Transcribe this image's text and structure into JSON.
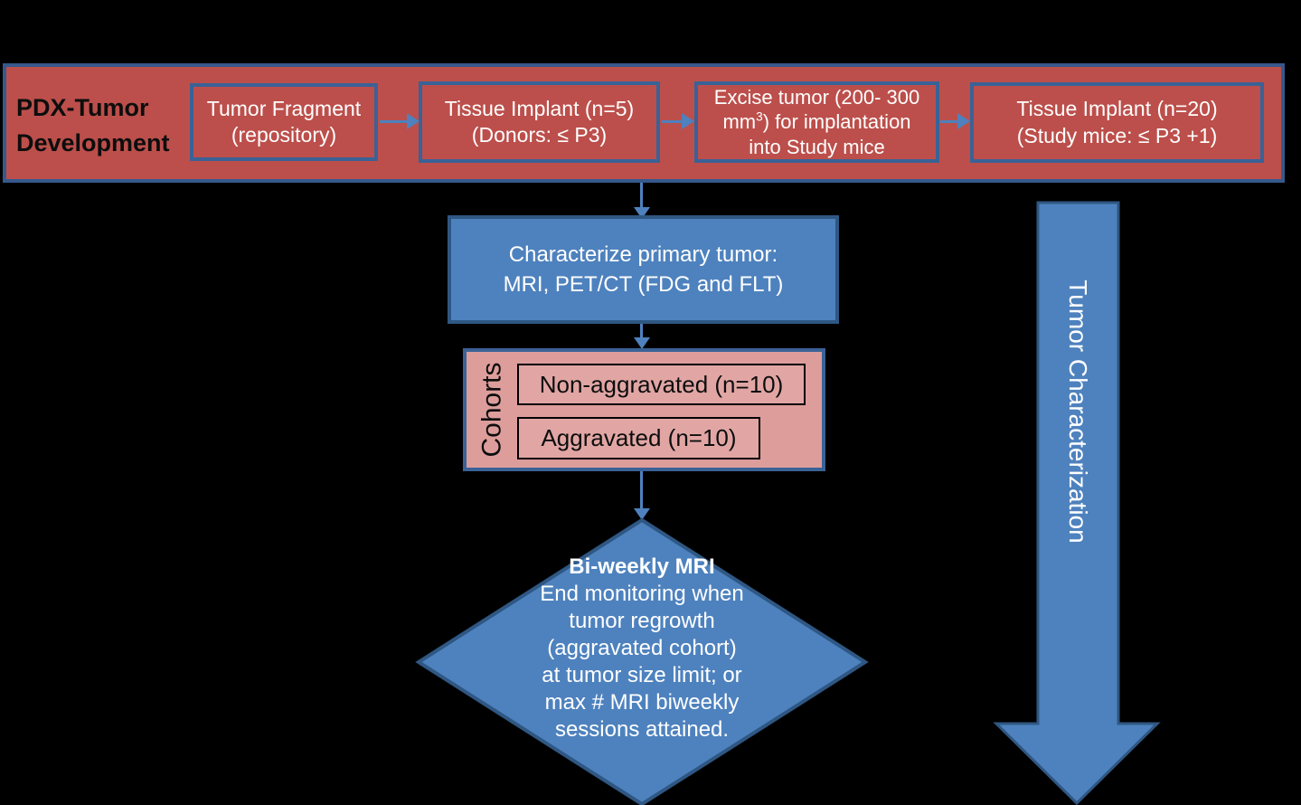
{
  "colors": {
    "background": "#000000",
    "red_fill": "#BC4F4B",
    "pink_fill": "#DD9D9B",
    "pink_inner_fill": "#E1A6A4",
    "blue_fill": "#4E82BE",
    "steel_border": "#3A6296",
    "dark_blue_border": "#2F5783",
    "connector_blue": "#4E81BD",
    "white_text": "#FFFFFF",
    "black_text": "#0D0D0D"
  },
  "banner": {
    "label": "PDX-Tumor Development",
    "steps": [
      {
        "line1": "Tumor Fragment",
        "line2": "(repository)"
      },
      {
        "line1": "Tissue Implant (n=5)",
        "line2": "(Donors: ≤ P3)"
      },
      {
        "line1": "Excise tumor (200- 300",
        "line2_pre": "mm",
        "line2_sup": "3",
        "line2_post": ") for implantation",
        "line3": "into Study mice"
      },
      {
        "line1": "Tissue Implant (n=20)",
        "line2": "(Study mice: ≤ P3 +1)"
      }
    ]
  },
  "characterize_box": {
    "line1": "Characterize primary tumor:",
    "line2": "MRI, PET/CT (FDG and FLT)"
  },
  "cohorts": {
    "label": "Cohorts",
    "items": [
      {
        "label": "Non-aggravated (n=10)"
      },
      {
        "label": "Aggravated (n=10)"
      }
    ]
  },
  "decision_diamond": {
    "title": "Bi-weekly MRI",
    "line1": "End monitoring when",
    "line2": "tumor regrowth",
    "line3": "(aggravated cohort)",
    "line4": "at tumor size limit; or",
    "line5": "max # MRI biweekly",
    "line6": "sessions attained."
  },
  "tumor_characterization_arrow": {
    "label": "Tumor Characterization"
  }
}
